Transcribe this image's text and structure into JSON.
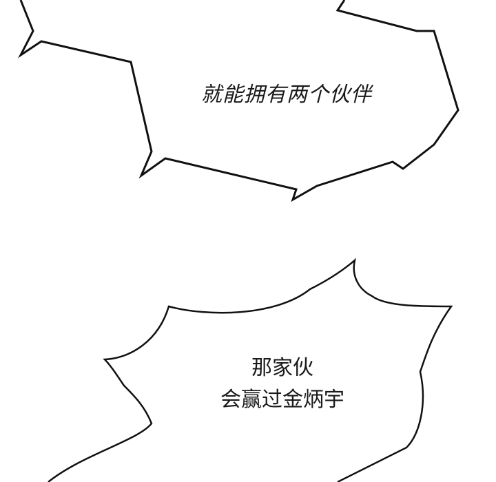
{
  "panel_top": {
    "caption": "就能拥有两个伙伴"
  },
  "panel_bottom": {
    "lines": [
      "那家伙",
      "会赢过金炳宇"
    ]
  },
  "colors": {
    "ink": "#1a1a1a",
    "background": "#ffffff"
  }
}
